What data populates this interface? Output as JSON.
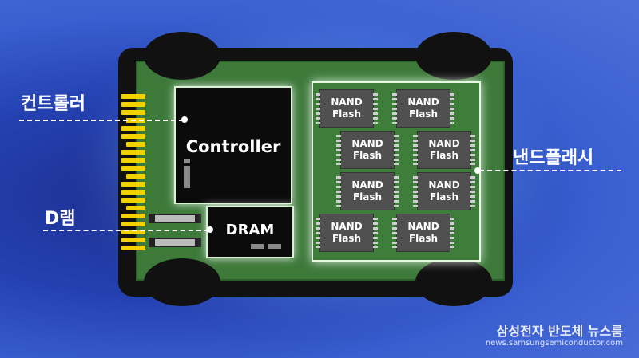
{
  "labels": {
    "controller_kr": "컨트롤러",
    "dram_kr": "D램",
    "nand_kr": "낸드플래시"
  },
  "chips": {
    "controller": "Controller",
    "dram": "DRAM",
    "nand_line1": "NAND",
    "nand_line2": "Flash"
  },
  "brand": {
    "name": "삼성전자 반도체 뉴스룸",
    "url": "news.samsungsemiconductor.com"
  },
  "colors": {
    "background": "#3a5fd0",
    "pcb": "#3d7a3a",
    "connector": "#f1d200"
  }
}
